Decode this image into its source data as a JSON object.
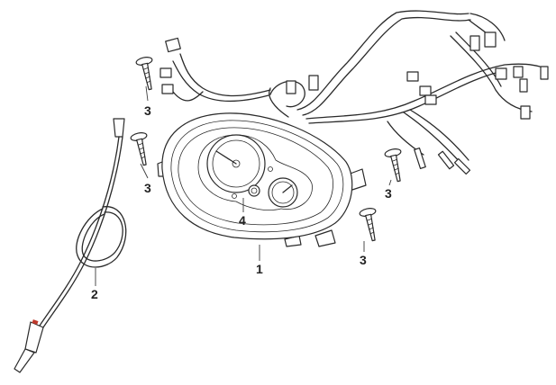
{
  "callouts": {
    "speedometer_assembly": "1",
    "speedometer_cable": "2",
    "screw": "3",
    "indicator_bulb": "4"
  },
  "colors": {
    "line": "#2a2a2a",
    "cable_marker": "#c0392b"
  }
}
